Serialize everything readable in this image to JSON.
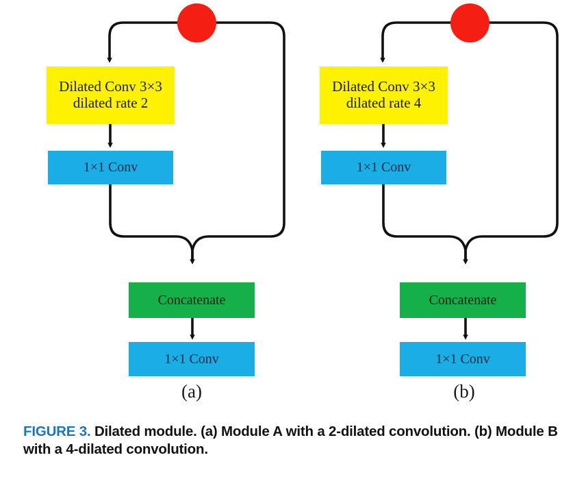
{
  "figure": {
    "caption_tag": "FIGURE 3.",
    "caption_text": "Dilated module. (a) Module A with a 2-dilated convolution. (b) Module B with a 4-dilated convolution.",
    "background_color": "#ffffff"
  },
  "colors": {
    "yellow_block": "#FFF200",
    "blue_block": "#1BADE6",
    "green_block": "#16B04B",
    "split_node": "#F51E12",
    "wire": "#111111",
    "caption_accent": "#1B76BC"
  },
  "modules": [
    {
      "id": "module-a",
      "panel_label": "(a)",
      "split_node_name": "input-split-node",
      "blocks": [
        {
          "name": "dilated-conv-block",
          "type": "yellow",
          "line1": "Dilated Conv 3×3",
          "line2": "dilated rate 2"
        },
        {
          "name": "branch-1x1-conv-block",
          "type": "blue",
          "line1": "1×1 Conv"
        },
        {
          "name": "concatenate-block",
          "type": "green",
          "line1": "Concatenate"
        },
        {
          "name": "output-1x1-conv-block",
          "type": "blue",
          "line1": "1×1 Conv"
        }
      ]
    },
    {
      "id": "module-b",
      "panel_label": "(b)",
      "split_node_name": "input-split-node",
      "blocks": [
        {
          "name": "dilated-conv-block",
          "type": "yellow",
          "line1": "Dilated Conv 3×3",
          "line2": "dilated rate 4"
        },
        {
          "name": "branch-1x1-conv-block",
          "type": "blue",
          "line1": "1×1 Conv"
        },
        {
          "name": "concatenate-block",
          "type": "green",
          "line1": "Concatenate"
        },
        {
          "name": "output-1x1-conv-block",
          "type": "blue",
          "line1": "1×1 Conv"
        }
      ]
    }
  ]
}
